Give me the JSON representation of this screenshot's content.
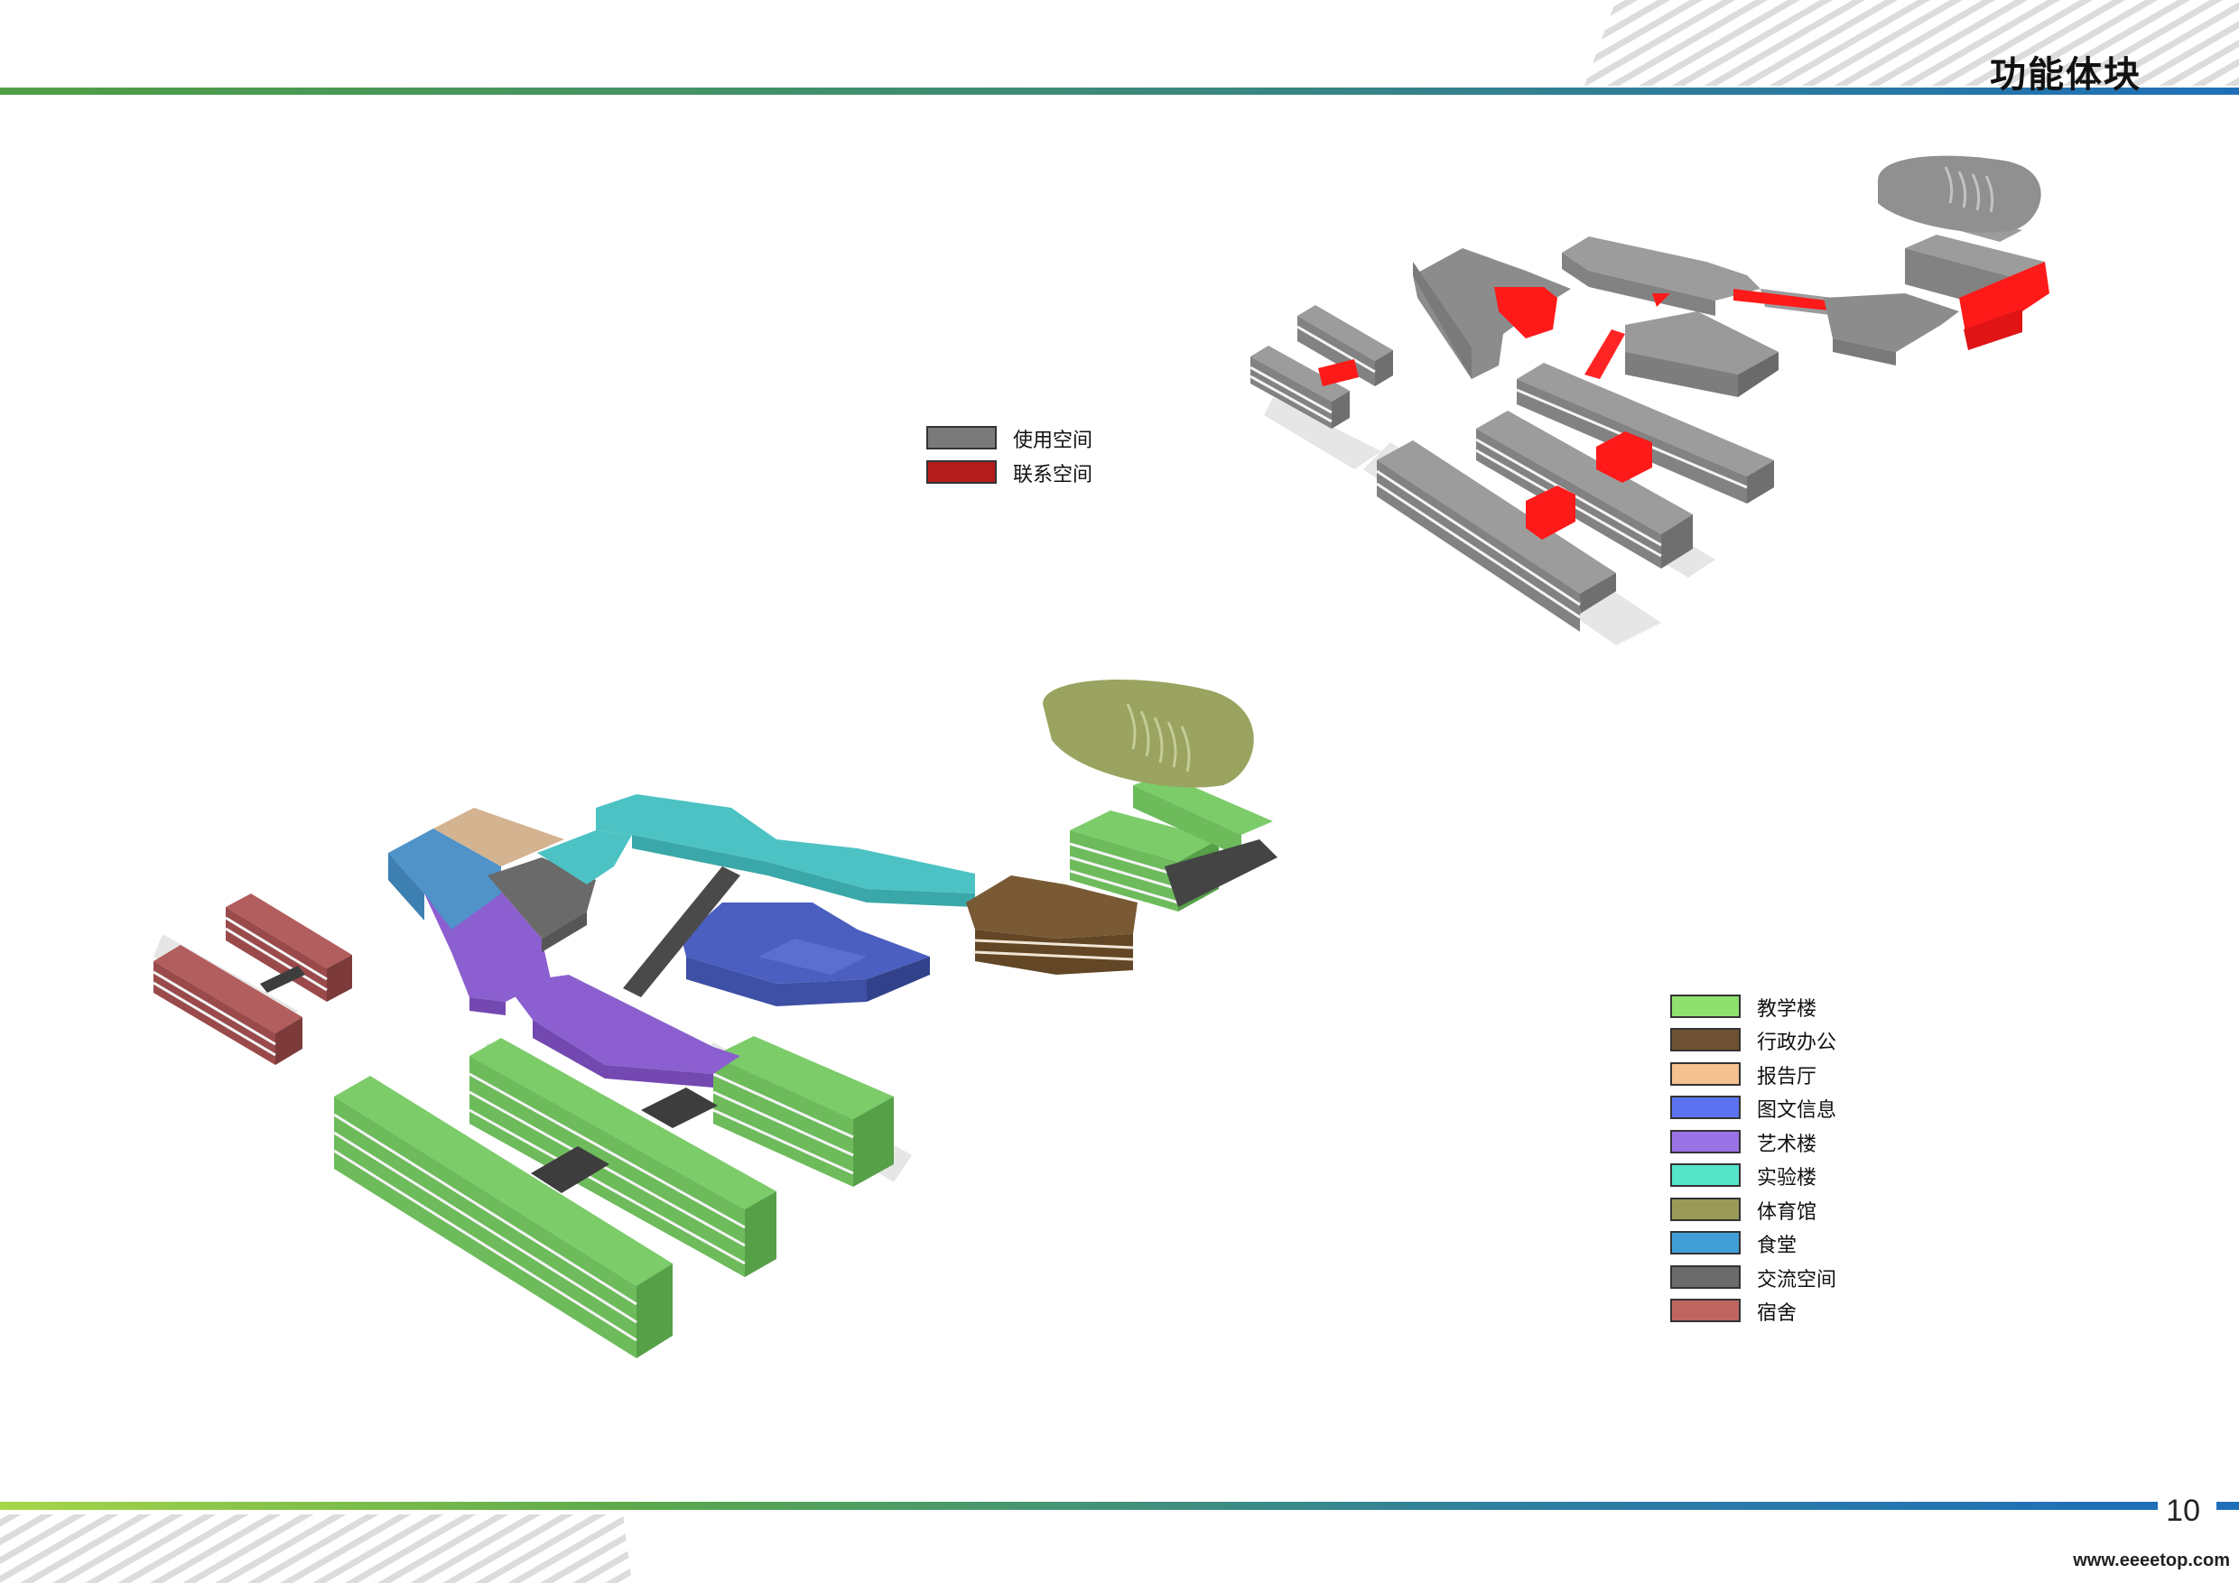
{
  "header": {
    "title": "功能体块"
  },
  "footer": {
    "page_number": "10",
    "url": "www.eeeetop.com"
  },
  "legend_top": {
    "items": [
      {
        "label": "使用空间",
        "color": "#7a7a7a"
      },
      {
        "label": "联系空间",
        "color": "#b51c1c"
      }
    ]
  },
  "legend_bottom": {
    "items": [
      {
        "label": "教学楼",
        "color": "#90e070"
      },
      {
        "label": "行政办公",
        "color": "#6e5133"
      },
      {
        "label": "报告厅",
        "color": "#f5c18f"
      },
      {
        "label": "图文信息",
        "color": "#5b73f0"
      },
      {
        "label": "艺术楼",
        "color": "#9a73e6"
      },
      {
        "label": "实验楼",
        "color": "#55e6c9"
      },
      {
        "label": "体育馆",
        "color": "#9a9a59"
      },
      {
        "label": "食堂",
        "color": "#3f9fd6"
      },
      {
        "label": "交流空间",
        "color": "#6b6b6b"
      },
      {
        "label": "宿舍",
        "color": "#c06660"
      }
    ]
  }
}
